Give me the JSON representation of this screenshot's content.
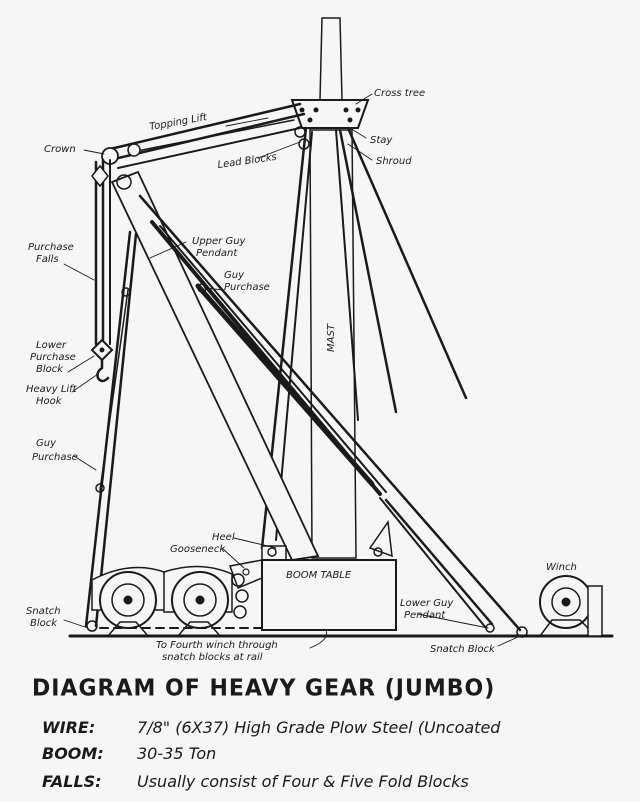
{
  "labels": {
    "cross_tree": "Cross tree",
    "topping_lift": "Topping Lift",
    "crown": "Crown",
    "stay": "Stay",
    "lead_blocks": "Lead Blocks",
    "shroud": "Shroud",
    "upper_guy_pendant_1": "Upper Guy",
    "upper_guy_pendant_2": "Pendant",
    "purchase_falls_1": "Purchase",
    "purchase_falls_2": "Falls",
    "guy_purchase_top_1": "Guy",
    "guy_purchase_top_2": "Purchase",
    "lower_purchase_block_1": "Lower",
    "lower_purchase_block_2": "Purchase",
    "lower_purchase_block_3": "Block",
    "heavy_lift_hook_1": "Heavy Lift",
    "heavy_lift_hook_2": "Hook",
    "mast": "MAST",
    "guy_purchase_left_1": "Guy",
    "guy_purchase_left_2": "Purchase",
    "heel": "Heel",
    "gooseneck": "Gooseneck",
    "boom_table": "BOOM TABLE",
    "winch": "Winch",
    "snatch_block_left_1": "Snatch",
    "snatch_block_left_2": "Block",
    "lower_guy_pendant_1": "Lower Guy",
    "lower_guy_pendant_2": "Pendant",
    "fourth_winch_1": "To Fourth winch through",
    "fourth_winch_2": "snatch blocks at rail",
    "snatch_block_right": "Snatch Block"
  },
  "caption": {
    "title": "DIAGRAM OF HEAVY GEAR  (JUMBO)",
    "wire_key": "WIRE:",
    "wire_value": "7/8\" (6X37)  High Grade Plow Steel (Uncoated",
    "boom_key": "BOOM:",
    "boom_value": "30-35 Ton",
    "falls_key": "FALLS:",
    "falls_value": "Usually consist of Four & Five Fold Blocks"
  }
}
